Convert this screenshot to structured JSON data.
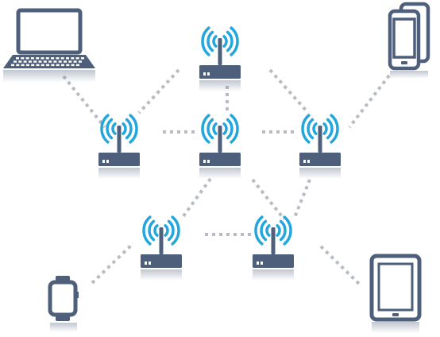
{
  "colors": {
    "device": "#4d5f7a",
    "wifi": "#22a6dc",
    "link": "#b7bcc4",
    "background": "#ffffff"
  },
  "devices": [
    {
      "name": "laptop-icon"
    },
    {
      "name": "smartphones-icon"
    },
    {
      "name": "smartwatch-icon"
    },
    {
      "name": "tablet-icon"
    }
  ],
  "routers": [
    {
      "name": "router-top"
    },
    {
      "name": "router-middle-left"
    },
    {
      "name": "router-middle-center"
    },
    {
      "name": "router-middle-right"
    },
    {
      "name": "router-lower-left"
    },
    {
      "name": "router-lower-right"
    }
  ],
  "links": [
    {
      "from": "laptop-icon",
      "to": "router-middle-left"
    },
    {
      "from": "router-top",
      "to": "router-middle-left"
    },
    {
      "from": "router-top",
      "to": "router-middle-center"
    },
    {
      "from": "router-top",
      "to": "router-middle-right"
    },
    {
      "from": "smartphones-icon",
      "to": "router-middle-right"
    },
    {
      "from": "router-middle-left",
      "to": "router-middle-center"
    },
    {
      "from": "router-middle-center",
      "to": "router-middle-right"
    },
    {
      "from": "router-middle-center",
      "to": "router-lower-left"
    },
    {
      "from": "router-middle-center",
      "to": "router-lower-right"
    },
    {
      "from": "router-middle-right",
      "to": "router-lower-right"
    },
    {
      "from": "router-lower-left",
      "to": "router-lower-right"
    },
    {
      "from": "smartwatch-icon",
      "to": "router-lower-left"
    },
    {
      "from": "tablet-icon",
      "to": "router-lower-right"
    }
  ]
}
